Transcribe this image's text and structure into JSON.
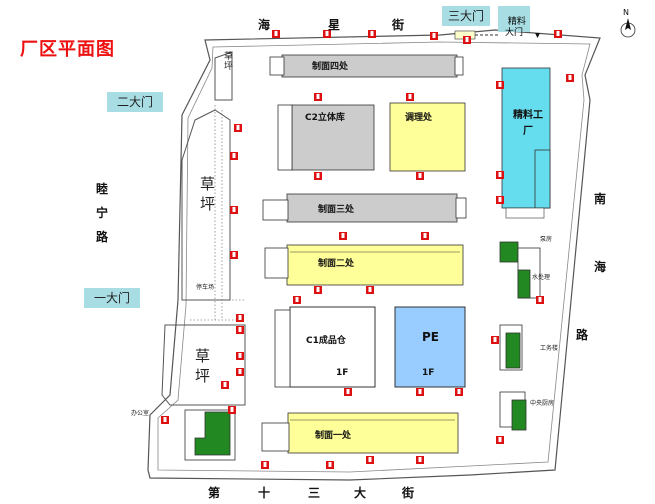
{
  "title": "厂区平面图",
  "gates": {
    "gate_one": "一大门",
    "gate_two": "二大门",
    "gate_three": "三大门",
    "material_gate": "精料\n大门"
  },
  "streets": {
    "north": [
      "海",
      "星",
      "街"
    ],
    "west": [
      "睦",
      "宁",
      "路"
    ],
    "east": [
      "南",
      "海",
      "路"
    ],
    "south": [
      "第",
      "十",
      "三",
      "大",
      "街"
    ]
  },
  "buildings": {
    "noodle_four": "制面四处",
    "c2_warehouse": "C2立体库",
    "seasoning": "调理处",
    "noodle_three": "制面三处",
    "noodle_two": "制面二处",
    "c1_warehouse": "C1成品仓",
    "c1_floor": "1F",
    "pe": "PE",
    "pe_floor": "1F",
    "noodle_one": "制面一处",
    "material_plant": "精料工厂"
  },
  "lawns": {
    "lawn_top": "草\n坪",
    "lawn_mid": "草坪",
    "lawn_bottom": "草坪"
  },
  "small_labels": {
    "pump_room": "泵房",
    "water_treatment": "水处理",
    "utility_building": "工务楼",
    "central_kitchen": "中央厨房",
    "guard_room": "办公室",
    "parking_sign": "停车场"
  },
  "compass": "N",
  "colors": {
    "gray_building": "#cccccc",
    "yellow_building": "#ffff99",
    "blue_building": "#99ccff",
    "cyan_building": "#66ddee",
    "green_building": "#228822",
    "gate_box": "#a9dde4",
    "title_red": "#ee1111",
    "exit_red": "#dd1111"
  }
}
